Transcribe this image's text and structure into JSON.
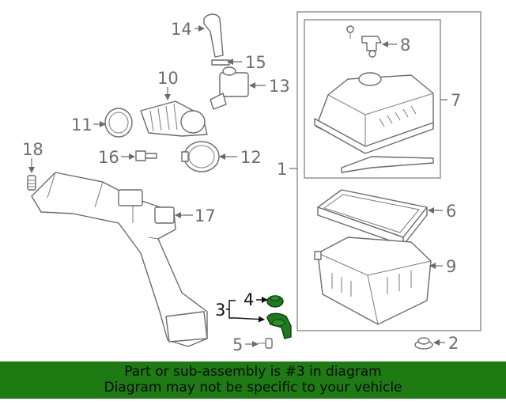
{
  "diagram": {
    "callouts": [
      "1",
      "2",
      "3",
      "4",
      "5",
      "6",
      "7",
      "8",
      "9",
      "10",
      "11",
      "12",
      "13",
      "14",
      "15",
      "16",
      "17",
      "18"
    ],
    "highlighted_callout": "3",
    "highlight_color": "#1f7a1f"
  },
  "banner": {
    "line1": "Part or sub-assembly is #3 in diagram",
    "line2": "Diagram may not be specific to your vehicle",
    "background": "#1e7a12"
  }
}
